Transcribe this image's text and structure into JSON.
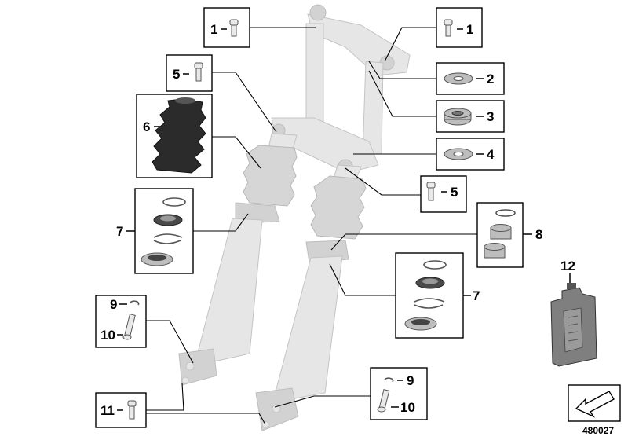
{
  "diagram_code": "480027",
  "callouts": [
    {
      "id": "c1a",
      "label": "1"
    },
    {
      "id": "c1b",
      "label": "1"
    },
    {
      "id": "c2",
      "label": "2"
    },
    {
      "id": "c3",
      "label": "3"
    },
    {
      "id": "c4",
      "label": "4"
    },
    {
      "id": "c5a",
      "label": "5"
    },
    {
      "id": "c5b",
      "label": "5"
    },
    {
      "id": "c6",
      "label": "6"
    },
    {
      "id": "c7a",
      "label": "7"
    },
    {
      "id": "c7b",
      "label": "7"
    },
    {
      "id": "c8",
      "label": "8"
    },
    {
      "id": "c9a",
      "label": "9"
    },
    {
      "id": "c9b",
      "label": "9"
    },
    {
      "id": "c10a",
      "label": "10"
    },
    {
      "id": "c10b",
      "label": "10"
    },
    {
      "id": "c11",
      "label": "11"
    },
    {
      "id": "c12",
      "label": "12"
    }
  ],
  "colors": {
    "fork": "#e6e6e6",
    "gaiter": "#d6d6d6",
    "boot": "#2b2b2b",
    "oil_bottle": "#7f7f7f"
  },
  "icons": [
    "fork-assembly-illustration",
    "oil-bottle-icon",
    "arrow-icon"
  ]
}
